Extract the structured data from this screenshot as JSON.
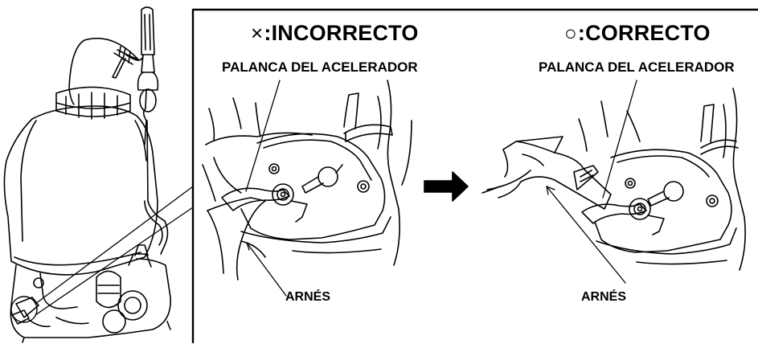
{
  "panel_incorrect": {
    "symbol": "×",
    "title": ":INCORRECTO",
    "lever_label": "PALANCA DEL ACELERADOR",
    "harness_label": "ARNÉS"
  },
  "panel_correct": {
    "symbol": "○",
    "title": ":CORRECTO",
    "lever_label": "PALANCA DEL ACELERADOR",
    "harness_label": "ARNÉS"
  },
  "colors": {
    "ink": "#000000",
    "background": "#ffffff"
  },
  "icons": [
    "right-arrow-icon"
  ]
}
